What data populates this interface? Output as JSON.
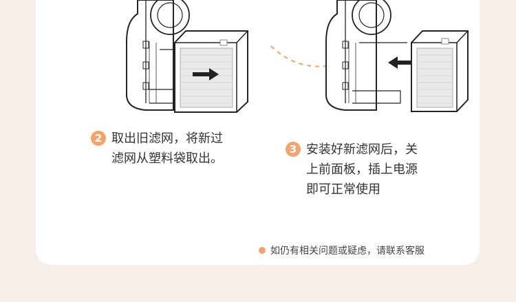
{
  "steps": [
    {
      "number": "2",
      "text": "取出旧滤网，将新过\n滤网从塑料袋取出。"
    },
    {
      "number": "3",
      "text": "安装好新滤网后，关\n上前面板，插上电源\n即可正常使用"
    }
  ],
  "note": {
    "text": "如仍有相关问题或疑虑，请联系客服"
  },
  "colors": {
    "accent": "#f2a46a",
    "background": "#f6efe9",
    "card": "#ffffff"
  },
  "icons": [
    "purifier-remove-filter-illustration",
    "purifier-insert-filter-illustration",
    "dashed-arc-connector",
    "bullet-dot-icon"
  ]
}
